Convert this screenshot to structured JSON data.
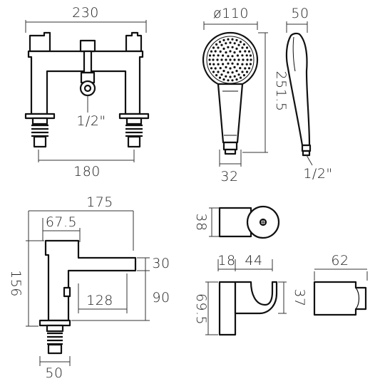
{
  "dimensions": {
    "tap_width": "230",
    "tap_centres": "180",
    "tap_connection": "1/2\"",
    "handset_diameter": "ø110",
    "handset_depth": "50",
    "handset_length": "251.5",
    "handset_neck": "32",
    "hose_connection": "1/2\"",
    "side_depth": "175",
    "spout_to_handle": "67.5",
    "total_height": "156",
    "spout_height": "30",
    "spout_clearance": "90",
    "spout_reach": "128",
    "base_diameter": "50",
    "holder_height": "38",
    "bracket_depth": "18",
    "bracket_width": "44",
    "bracket_height": "69.5",
    "bracket_slot": "37",
    "holder_width": "62"
  },
  "colors": {
    "ink": "#111111",
    "dimension_line": "#333333"
  }
}
